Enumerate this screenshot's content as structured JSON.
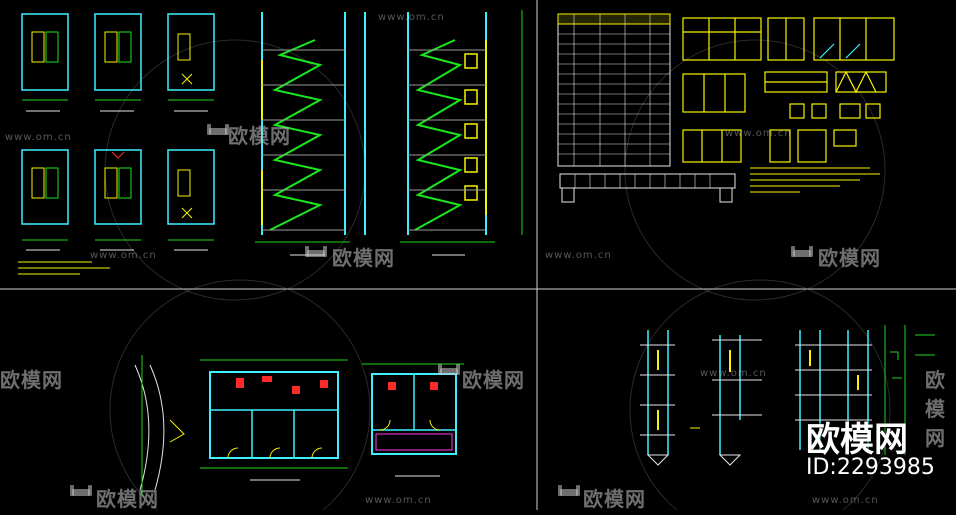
{
  "watermark": {
    "brand_name": "欧模网",
    "site_url": "www.om.cn",
    "id_label": "ID:2293985"
  },
  "colors": {
    "background": "#000000",
    "axis": "#1fd51f",
    "wall": "#3cf0ff",
    "stair": "#18e81c",
    "highlight": "#f7f300",
    "door": "#ff2a2a",
    "dim": "#e6e6e6",
    "divider": "#cfcfcf"
  },
  "icons": [
    "sofa-logo-icon"
  ]
}
